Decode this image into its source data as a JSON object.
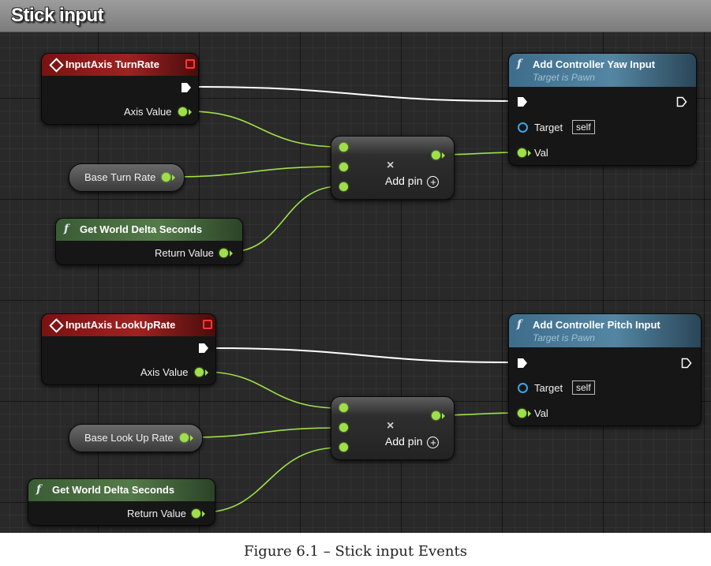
{
  "comment": {
    "title": "Stick input"
  },
  "caption": "Figure 6.1 – Stick input Events",
  "icons": {
    "function": "f",
    "event": "diamond-icon",
    "stop": "stop-icon",
    "target": "target-pin-icon"
  },
  "colors": {
    "float_pin": "#9fe049",
    "exec_wire": "#ffffff",
    "event_header": "#9f2222",
    "function_header": "#5486a3",
    "pure_function_header": "#557a4a",
    "object_pin": "#3aa6ea"
  },
  "group1": {
    "event": {
      "title": "InputAxis TurnRate",
      "axis_label": "Axis Value"
    },
    "rate": {
      "label": "Base Turn Rate"
    },
    "delta": {
      "title": "Get World Delta Seconds",
      "return_label": "Return Value"
    },
    "multiply": {
      "add_pin": "Add pin",
      "symbol": "×"
    },
    "call": {
      "title": "Add Controller Yaw Input",
      "subtitle": "Target is Pawn",
      "target_label": "Target",
      "self_label": "self",
      "val_label": "Val"
    }
  },
  "group2": {
    "event": {
      "title": "InputAxis LookUpRate",
      "axis_label": "Axis Value"
    },
    "rate": {
      "label": "Base Look Up Rate"
    },
    "delta": {
      "title": "Get World Delta Seconds",
      "return_label": "Return Value"
    },
    "multiply": {
      "add_pin": "Add pin",
      "symbol": "×"
    },
    "call": {
      "title": "Add Controller Pitch Input",
      "subtitle": "Target is Pawn",
      "target_label": "Target",
      "self_label": "self",
      "val_label": "Val"
    }
  }
}
